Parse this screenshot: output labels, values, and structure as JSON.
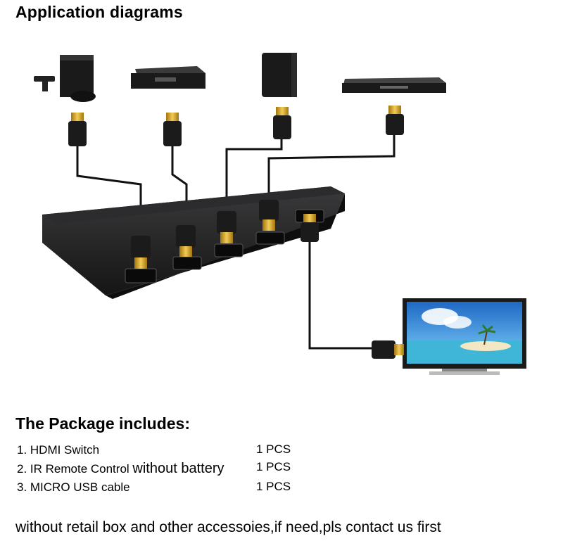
{
  "heading": "Application diagrams",
  "package": {
    "title": "The Package includes:",
    "items": [
      {
        "label": "1. HDMI Switch",
        "note": "",
        "qty": "1 PCS"
      },
      {
        "label": "2. IR Remote Control",
        "note": "without battery",
        "qty": "1 PCS"
      },
      {
        "label": "3. MICRO USB cable",
        "note": "",
        "qty": "1 PCS"
      }
    ]
  },
  "footer": "without retail box and other accessoies,if need,pls contact us first",
  "colors": {
    "switch_body": "#1c1c1e",
    "cable": "#111111",
    "connector_gold": "#d9a521",
    "tv_sky": "#2f7fd0",
    "tv_sea": "#3fb6d8"
  },
  "devices": [
    "game-console-icon",
    "set-top-box-icon",
    "ps3-console-icon",
    "dvd-player-icon",
    "tv-icon"
  ]
}
